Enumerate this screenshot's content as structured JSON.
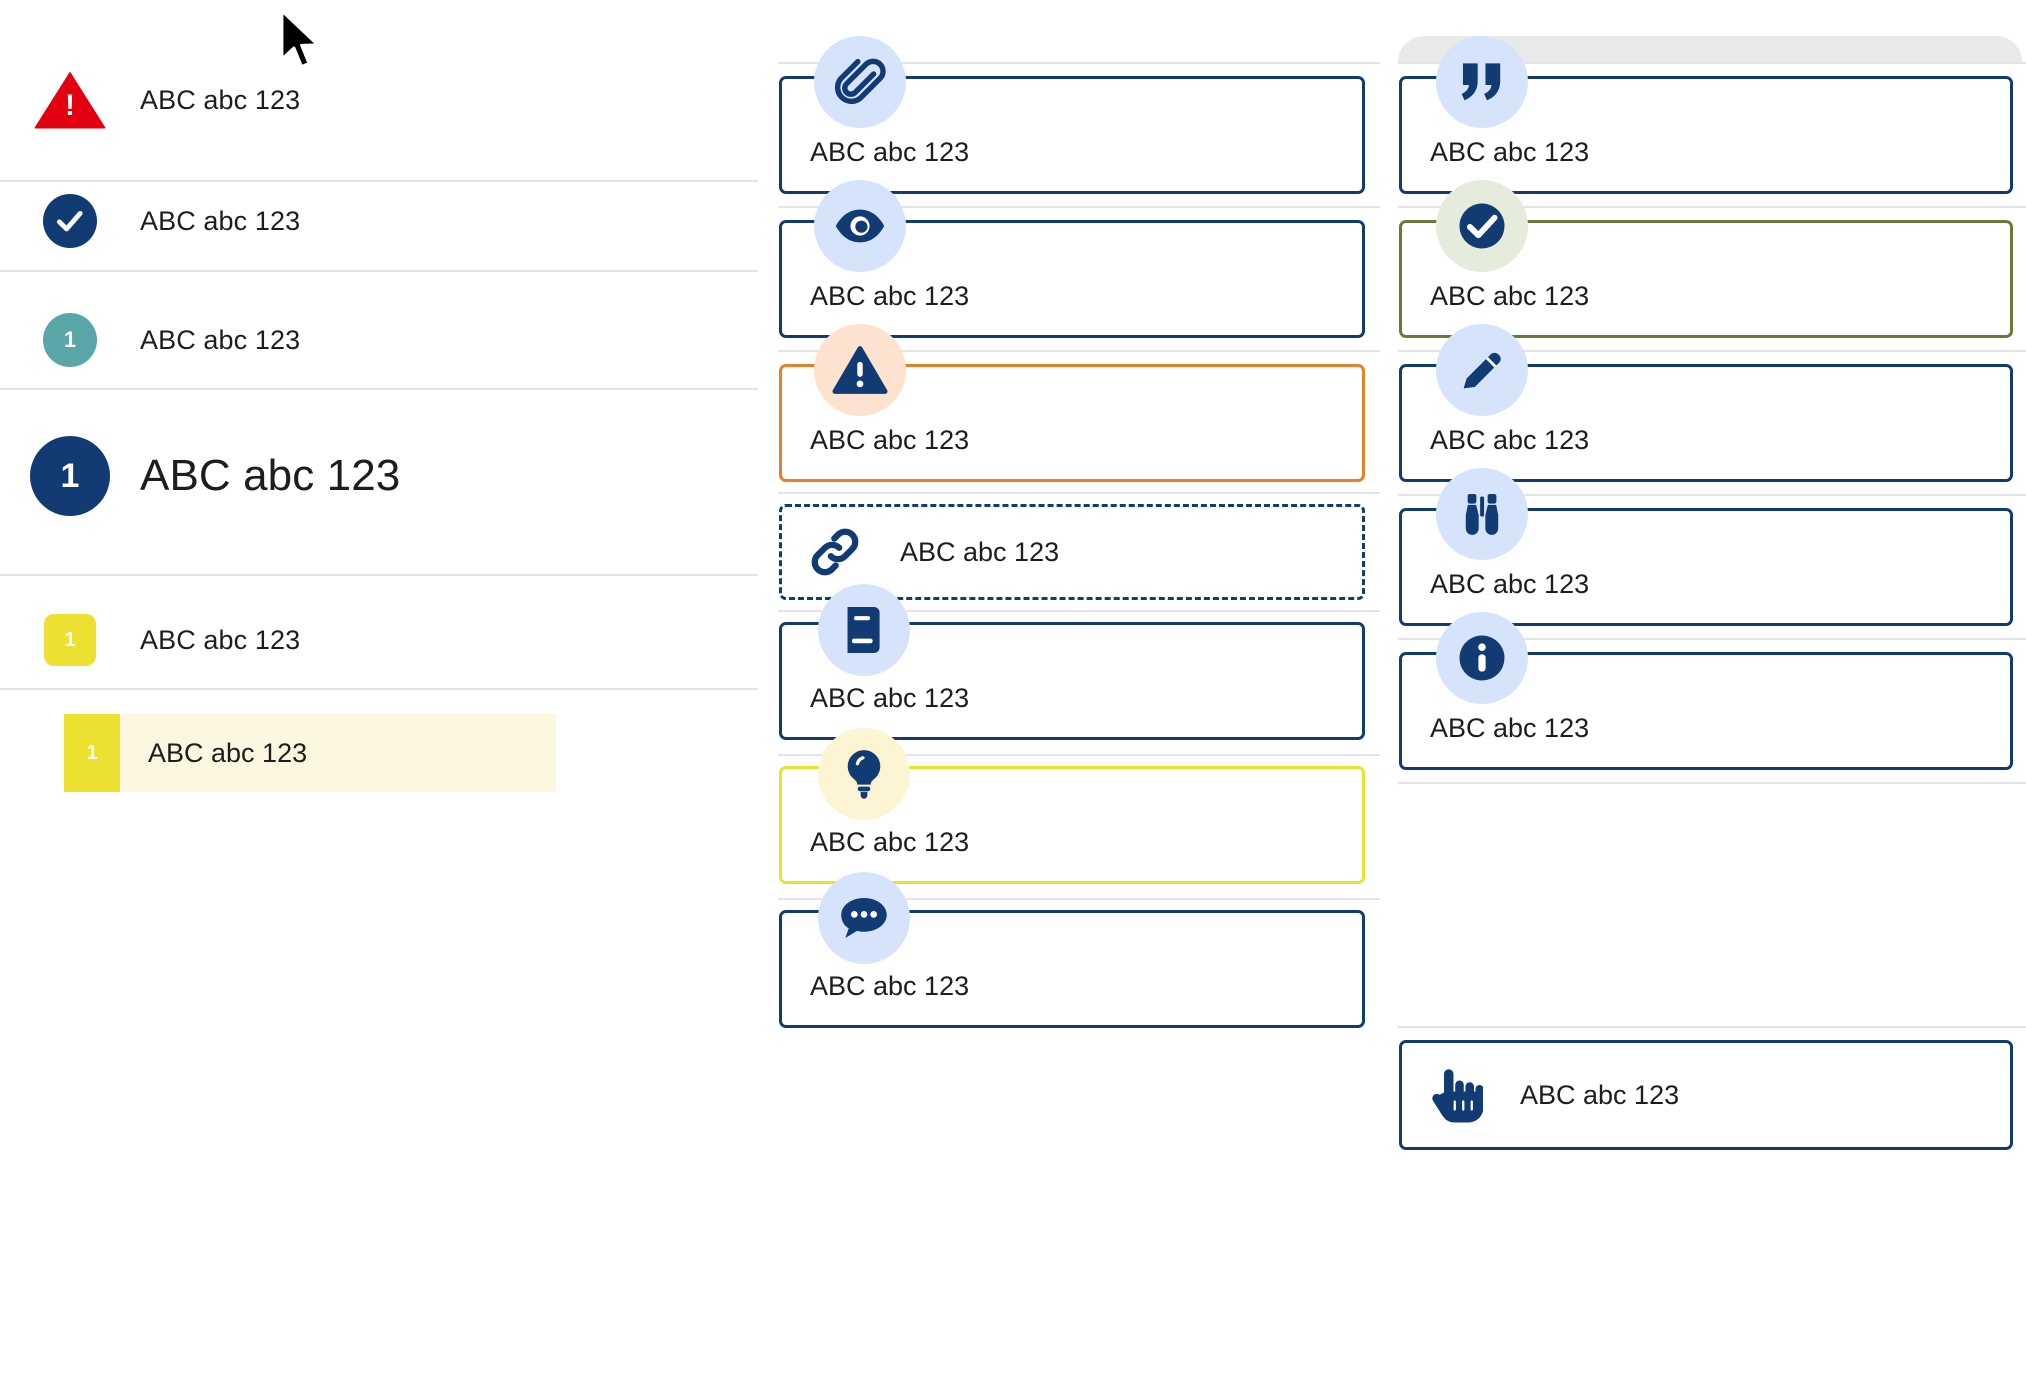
{
  "page": {
    "sample_text": "ABC abc 123"
  },
  "colors": {
    "navy": "#123a73",
    "red": "#e3000f",
    "teal": "#5aa5a8",
    "yellow": "#ece030",
    "orange": "#e8802a",
    "olive": "#6a7a36",
    "icon_bubble_blue": "#d6e4fb",
    "icon_bubble_peach": "#fde3cf",
    "icon_bubble_mint": "#e6ecdb",
    "icon_bubble_cream": "#fcf4d2",
    "highlight_row_bg": "#fcf8e0",
    "divider": "#e4e4e4",
    "top_panel": "#e9e9e9"
  },
  "left_column": {
    "rows": [
      {
        "icon": "warning-triangle-icon",
        "badge_value": "!",
        "label": "ABC abc 123",
        "style": "triangle-red"
      },
      {
        "icon": "check-circle-icon",
        "badge_value": "",
        "label": "ABC abc 123",
        "style": "circle-navy"
      },
      {
        "icon": "number-badge-icon",
        "badge_value": "1",
        "label": "ABC abc 123",
        "style": "circle-teal"
      },
      {
        "icon": "number-badge-icon",
        "badge_value": "1",
        "label": "ABC abc 123",
        "style": "circle-navy-large"
      },
      {
        "icon": "number-badge-icon",
        "badge_value": "1",
        "label": "ABC abc 123",
        "style": "square-yellow"
      }
    ],
    "highlighted_row": {
      "icon": "number-badge-icon",
      "badge_value": "1",
      "label": "ABC abc 123"
    }
  },
  "middle_column": {
    "cards": [
      {
        "icon": "paperclip-icon",
        "label": "ABC abc 123",
        "border": "navy",
        "bubble": "blue"
      },
      {
        "icon": "eye-icon",
        "label": "ABC abc 123",
        "border": "navy",
        "bubble": "blue"
      },
      {
        "icon": "warning-triangle-icon",
        "label": "ABC abc 123",
        "border": "orange",
        "bubble": "peach"
      },
      {
        "icon": "link-chain-icon",
        "label": "ABC abc 123",
        "border": "dashed-navy",
        "bubble": "none",
        "underline": true
      },
      {
        "icon": "book-icon",
        "label": "ABC abc 123",
        "border": "navy",
        "bubble": "blue"
      },
      {
        "icon": "lightbulb-icon",
        "label": "ABC abc 123",
        "border": "yellow",
        "bubble": "cream"
      },
      {
        "icon": "chat-bubble-icon",
        "label": "ABC abc 123",
        "border": "navy",
        "bubble": "blue"
      }
    ]
  },
  "right_column": {
    "cards": [
      {
        "icon": "quote-marks-icon",
        "label": "ABC abc 123",
        "border": "navy",
        "bubble": "blue"
      },
      {
        "icon": "check-circle-icon",
        "label": "ABC abc 123",
        "border": "olive",
        "bubble": "mint"
      },
      {
        "icon": "pencil-icon",
        "label": "ABC abc 123",
        "border": "navy",
        "bubble": "blue"
      },
      {
        "icon": "binoculars-icon",
        "label": "ABC abc 123",
        "border": "navy",
        "bubble": "blue"
      },
      {
        "icon": "info-circle-icon",
        "label": "ABC abc 123",
        "border": "navy",
        "bubble": "blue"
      },
      {
        "icon": "pointing-hand-icon",
        "label": "ABC abc 123",
        "border": "navy",
        "bubble": "none"
      }
    ]
  }
}
